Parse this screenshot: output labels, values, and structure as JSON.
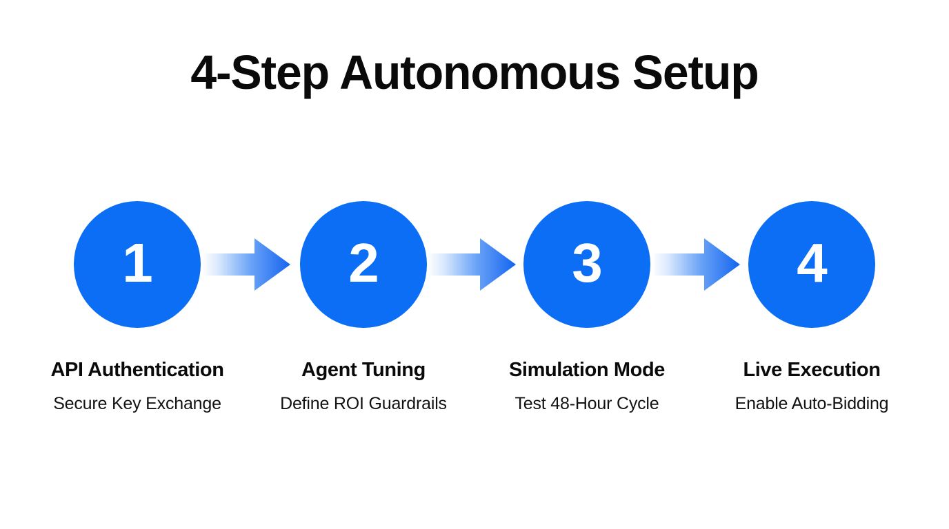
{
  "page": {
    "title": "4-Step Autonomous Setup",
    "background_color": "#ffffff",
    "title_color": "#0a0a0a"
  },
  "theme": {
    "accent_blue": "#0b6ef5",
    "arrow_gradient_from": "#ffffff",
    "arrow_gradient_to": "#1464f0",
    "number_color": "#ffffff"
  },
  "steps": [
    {
      "number": "1",
      "label": "API Authentication",
      "sublabel": "Secure Key Exchange"
    },
    {
      "number": "2",
      "label": "Agent Tuning",
      "sublabel": "Define ROI Guardrails"
    },
    {
      "number": "3",
      "label": "Simulation Mode",
      "sublabel": "Test 48-Hour Cycle"
    },
    {
      "number": "4",
      "label": "Live Execution",
      "sublabel": "Enable Auto-Bidding"
    }
  ],
  "connectors": [
    {
      "name": "arrow-step1-to-step2"
    },
    {
      "name": "arrow-step2-to-step3"
    },
    {
      "name": "arrow-step3-to-step4"
    }
  ]
}
